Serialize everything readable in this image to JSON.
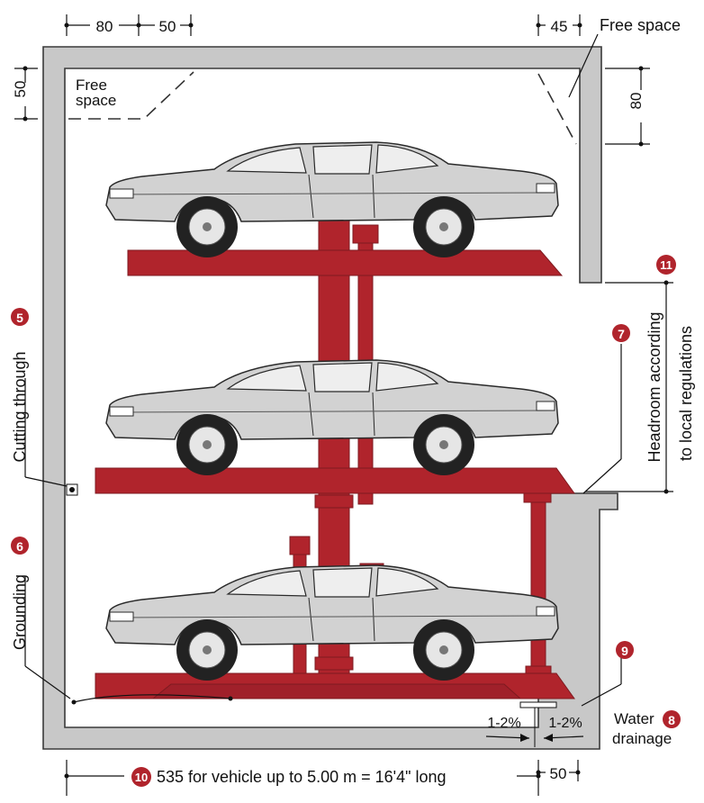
{
  "dimensions": {
    "top_left_1": "80",
    "top_left_2": "50",
    "top_right": "45",
    "left_side": "50",
    "right_side": "80",
    "bottom_right": "50"
  },
  "labels": {
    "free_space_left_line1": "Free",
    "free_space_left_line2": "space",
    "free_space_right": "Free space",
    "headroom_line1": "Headroom according",
    "headroom_line2": "to local regulations",
    "cutting_through": "Cutting through",
    "grounding": "Grounding",
    "slope_left": "1-2%",
    "slope_right": "1-2%",
    "water_line1": "Water",
    "water_line2": "drainage",
    "bottom_caption": "535 for vehicle up to 5.00 m = 16'4\" long"
  },
  "markers": {
    "cutting": "5",
    "grounding": "6",
    "headroom_pit": "7",
    "drainage": "8",
    "channel": "9",
    "length": "10",
    "headroom": "11"
  },
  "colors": {
    "wall": "#c8c8c8",
    "wall_stroke": "#3a3a3a",
    "platform": "#b0242c",
    "platform_dark": "#7e1a20",
    "car": "#d2d2d2",
    "marker": "#b0242c"
  }
}
